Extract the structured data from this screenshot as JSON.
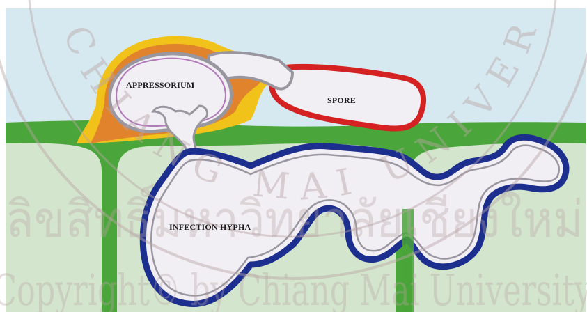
{
  "labels": {
    "appressorium": "APPRESSORIUM",
    "spore": "SPORE",
    "infection_hypha": "INFECTION HYPHA"
  },
  "watermark": {
    "seal_text": "CHIANG MAI UNIVERSITY",
    "thai_text": "ลิขสิทธิ์มหาวิทยาลัยเชียงใหม่",
    "copyright_text": "Copyright© by Chiang Mai University"
  },
  "colors": {
    "sky": "#d6e9f1",
    "plant_tissue": "#d3e5cd",
    "cell_wall": "#4aa53a",
    "hypha_fill": "#f1eef4",
    "hypha_border": "#1c2f8f",
    "spore_border": "#d42222",
    "appressorium_melanin": "#f1c21a",
    "appressorium_orange": "#e0832c",
    "membrane_gray": "#9a96a0"
  }
}
